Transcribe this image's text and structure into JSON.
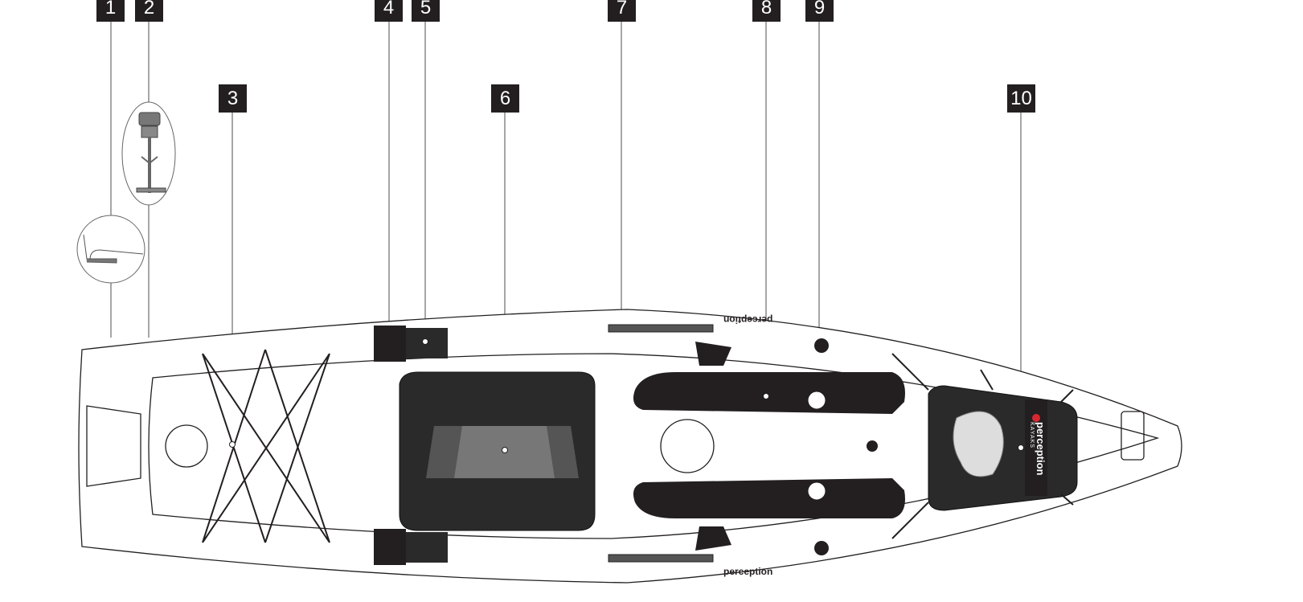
{
  "diagram": {
    "callouts": [
      {
        "label": "1",
        "part": "hull-detail"
      },
      {
        "label": "2",
        "part": "scupper-plug"
      },
      {
        "label": "3",
        "part": "bungee-rigging"
      },
      {
        "label": "4",
        "part": "rod-holder"
      },
      {
        "label": "5",
        "part": "tackle-tray"
      },
      {
        "label": "6",
        "part": "seat"
      },
      {
        "label": "7",
        "part": "gear-track"
      },
      {
        "label": "8",
        "part": "deck-pad"
      },
      {
        "label": "9",
        "part": "drain"
      },
      {
        "label": "10",
        "part": "bow-hatch"
      }
    ],
    "brand": {
      "name": "perception",
      "sub": "KAYAKS"
    },
    "colors": {
      "ink": "#231f20",
      "pad": "#2b2a2b",
      "line": "#808080",
      "accent": "#d7282f"
    }
  }
}
